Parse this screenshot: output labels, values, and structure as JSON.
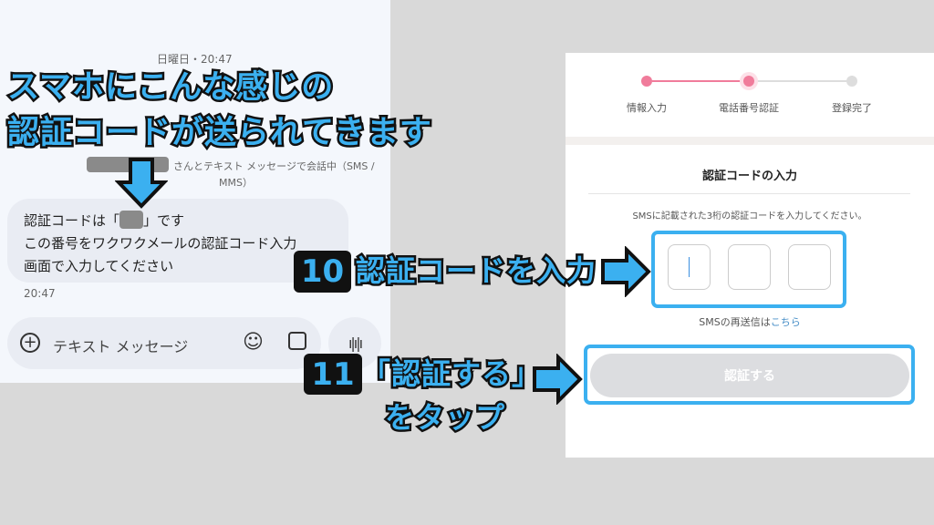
{
  "sms": {
    "date_header": "日曜日・20:47",
    "conversation_info_1": "さんとテキスト メッセージで会話中（SMS /",
    "conversation_info_2": "MMS）",
    "message_line1_a": "認証コードは「",
    "message_line1_b": "」です",
    "message_line2": "この番号をワクワクメールの認証コード入力",
    "message_line3": "画面で入力してください",
    "timestamp": "20:47",
    "input_placeholder": "テキスト メッセージ"
  },
  "annotations": {
    "headline_1": "スマホにこんな感じの",
    "headline_2": "認証コードが送られてきます",
    "step10_num": "10",
    "step10_text": "認証コードを入力",
    "step11_num": "11",
    "step11_text": "「認証する」",
    "step11_text2": "をタップ"
  },
  "verify": {
    "steps": [
      {
        "label": "情報入力",
        "state": "done"
      },
      {
        "label": "電話番号認証",
        "state": "current"
      },
      {
        "label": "登録完了",
        "state": "pending"
      }
    ],
    "title": "認証コードの入力",
    "instruction": "SMSに記載された3桁の認証コードを入力してください。",
    "resend_prefix": "SMSの再送信は",
    "resend_link": "こちら",
    "submit_label": "認証する"
  },
  "colors": {
    "accent": "#3bb0f0",
    "progress": "#f07c9b",
    "link": "#4a90c8"
  }
}
